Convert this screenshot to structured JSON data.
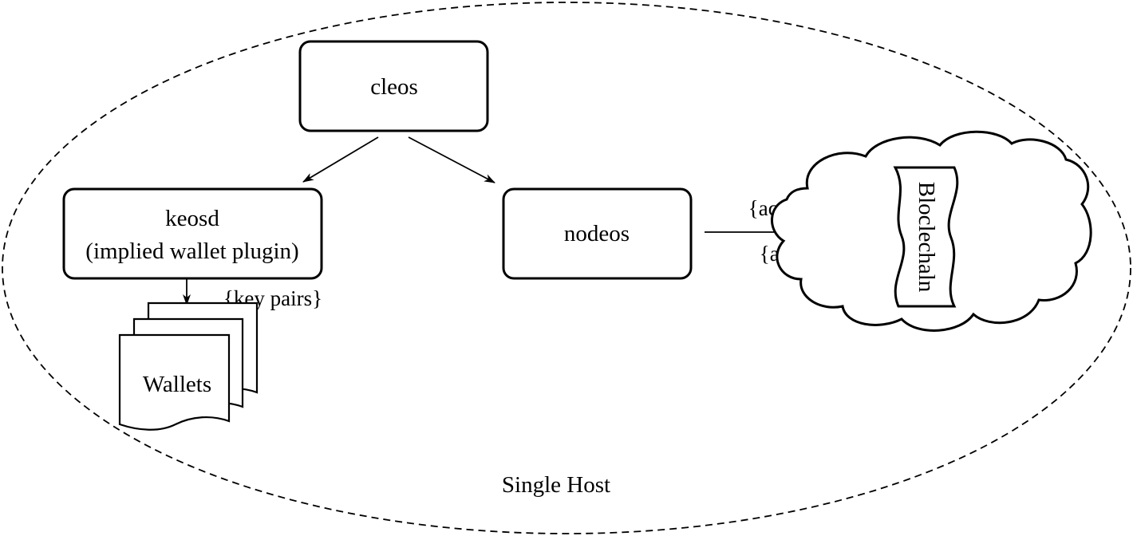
{
  "diagram": {
    "host_label": "Single Host",
    "cleos_label": "cleos",
    "keosd_label": "keosd",
    "keosd_sublabel": "(implied wallet plugin)",
    "nodeos_label": "nodeos",
    "key_pairs_label": "{key pairs}",
    "wallets_label": "Wallets",
    "accounts_label": "{accounts}",
    "actions_label": "{actions}",
    "blockchain_label": "Bloclechaln"
  },
  "colors": {
    "stroke": "#000000",
    "background": "#ffffff"
  }
}
